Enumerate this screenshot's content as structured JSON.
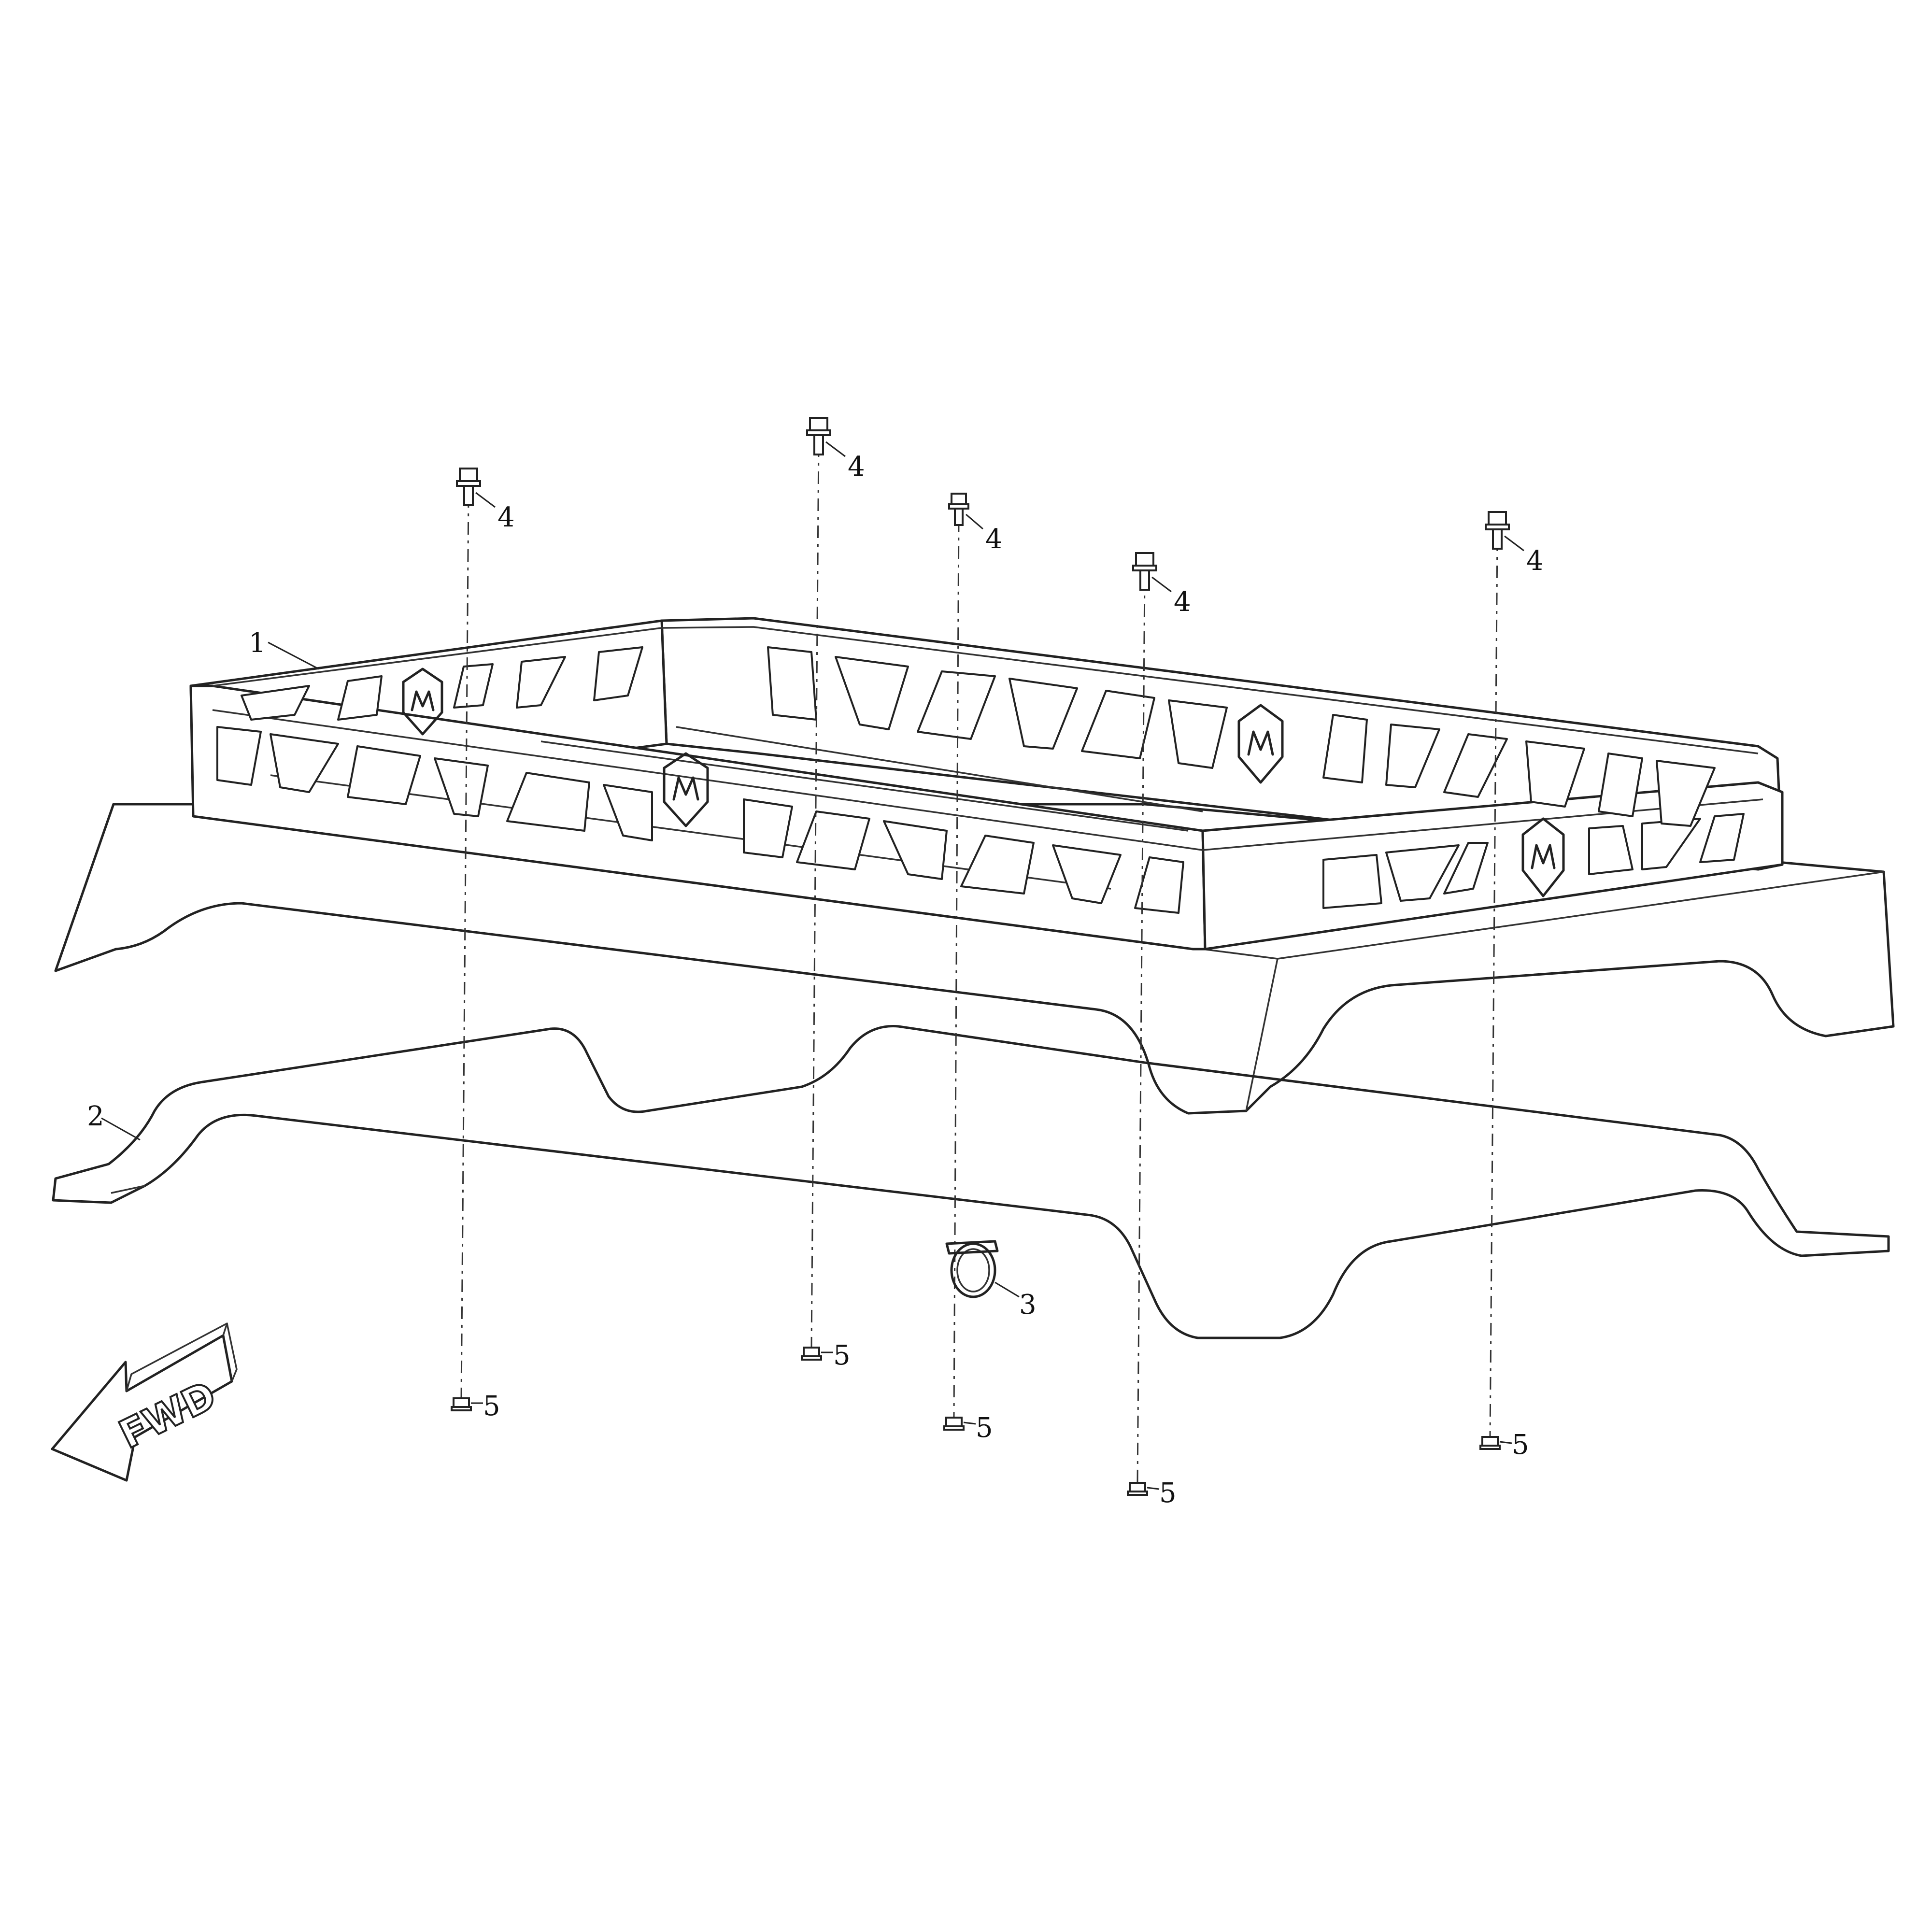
{
  "callouts": [
    {
      "id": "c1",
      "label": "1"
    },
    {
      "id": "c2",
      "label": "2"
    },
    {
      "id": "c3",
      "label": "3"
    },
    {
      "id": "c4a",
      "label": "4"
    },
    {
      "id": "c4b",
      "label": "4"
    },
    {
      "id": "c4c",
      "label": "4"
    },
    {
      "id": "c4d",
      "label": "4"
    },
    {
      "id": "c4e",
      "label": "4"
    },
    {
      "id": "c5a",
      "label": "5"
    },
    {
      "id": "c5b",
      "label": "5"
    },
    {
      "id": "c5c",
      "label": "5"
    },
    {
      "id": "c5d",
      "label": "5"
    },
    {
      "id": "c5e",
      "label": "5"
    }
  ],
  "direction_arrow": {
    "label": "FWD"
  },
  "logo_icon": "m-shield-logo-icon"
}
